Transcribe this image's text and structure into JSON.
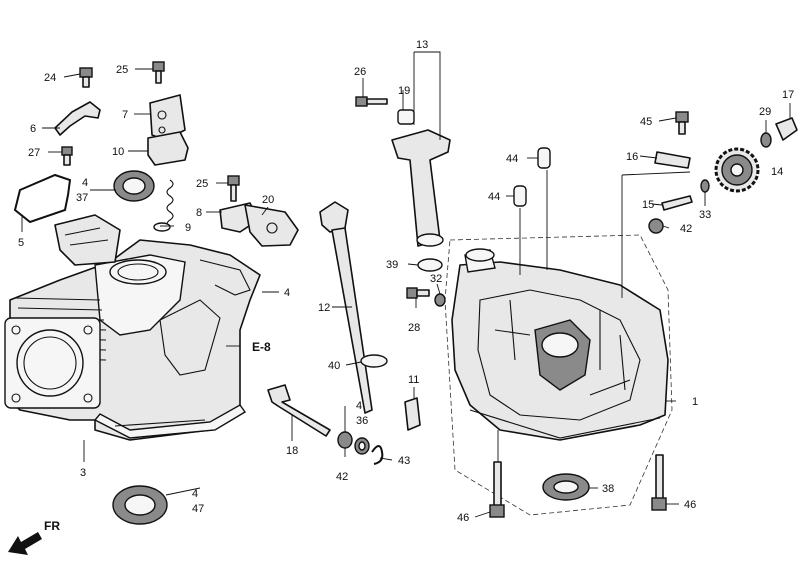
{
  "callouts": {
    "c1": "1",
    "c3": "3",
    "c4a": "4",
    "c4b": "4",
    "c4c": "4",
    "c4d": "4",
    "c5": "5",
    "c6": "6",
    "c7": "7",
    "c8": "8",
    "c9": "9",
    "c10": "10",
    "c11": "11",
    "c12": "12",
    "c13": "13",
    "c14": "14",
    "c15": "15",
    "c16": "16",
    "c17": "17",
    "c18": "18",
    "c19": "19",
    "c20": "20",
    "c24": "24",
    "c25a": "25",
    "c25b": "25",
    "c26": "26",
    "c27": "27",
    "c28": "28",
    "c29": "29",
    "c32": "32",
    "c33": "33",
    "c36": "36",
    "c37": "37",
    "c38": "38",
    "c39": "39",
    "c40": "40",
    "c42a": "42",
    "c42b": "42",
    "c43": "43",
    "c44a": "44",
    "c44b": "44",
    "c45": "45",
    "c46a": "46",
    "c46b": "46",
    "c47": "47"
  },
  "reference": "E-8",
  "direction": "FR"
}
